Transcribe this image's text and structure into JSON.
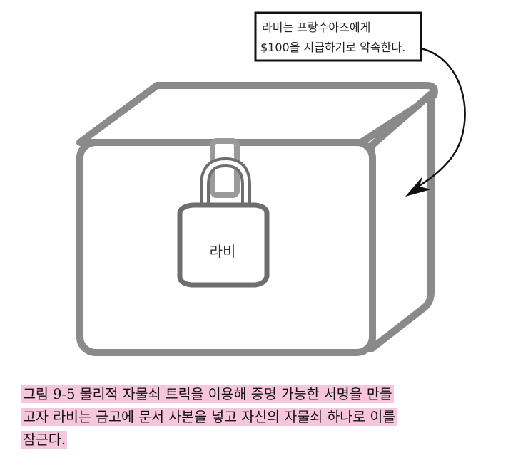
{
  "figure": {
    "callout": {
      "line1": "라비는 프랑수아즈에게",
      "line2": "$100을 지급하기로 약속한다."
    },
    "lock_label": "라비",
    "colors": {
      "box_stroke": "#8a8a8a",
      "lock_stroke": "#6e6e6e",
      "callout_border": "#111111",
      "arrow": "#111111",
      "caption_highlight": "#f6c6dc"
    }
  },
  "caption": {
    "line1": "그림 9-5 물리적 자물쇠 트릭을 이용해 증명 가능한 서명을 만들",
    "line2": "고자 라비는 금고에 문서 사본을 넣고 자신의 자물쇠 하나로 이를",
    "line3": "잠근다."
  }
}
